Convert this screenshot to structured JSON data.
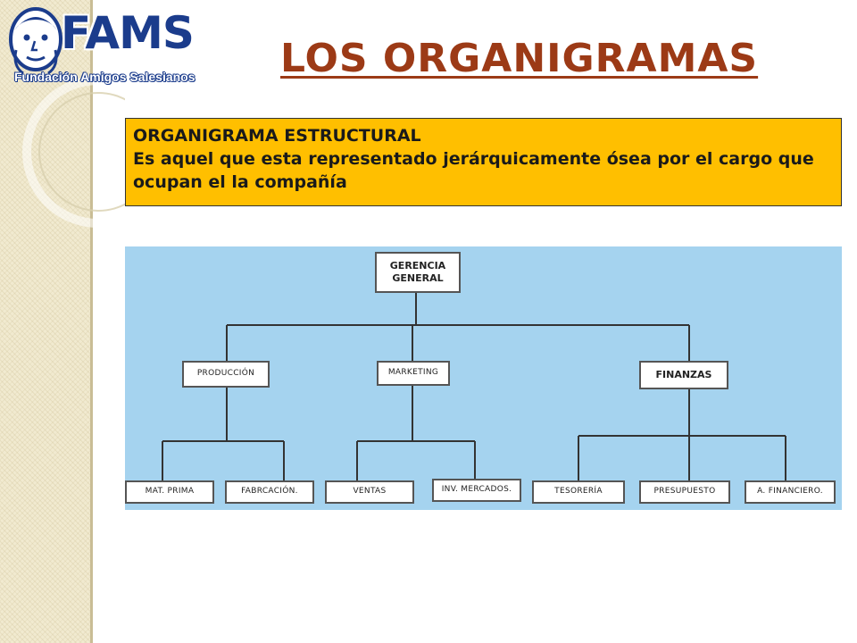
{
  "logo": {
    "name": "FAMS",
    "subtitle": "Fundación Amigos Salesianos"
  },
  "title": "LOS ORGANIGRAMAS",
  "info_box": {
    "heading": "ORGANIGRAMA ESTRUCTURAL",
    "body": "Es aquel que esta representado jerárquicamente ósea por el cargo que ocupan el la compañía"
  },
  "org_chart": {
    "root": {
      "line1": "GERENCIA",
      "line2": "GENERAL"
    },
    "departments": [
      {
        "label": "PRODUCCIÓN",
        "children": [
          "MAT. PRIMA",
          "FABRCACIÓN."
        ]
      },
      {
        "label": "MARKETING",
        "children": [
          "VENTAS",
          "INV. MERCADOS."
        ]
      },
      {
        "label": "FINANZAS",
        "children": [
          "TESORERÍA",
          "PRESUPUESTO",
          "A. FINANCIERO."
        ]
      }
    ]
  },
  "colors": {
    "title": "#9c3a16",
    "info_bg": "#ffbf00",
    "diagram_bg": "#a5d3ef",
    "logo": "#1b3c8c"
  }
}
